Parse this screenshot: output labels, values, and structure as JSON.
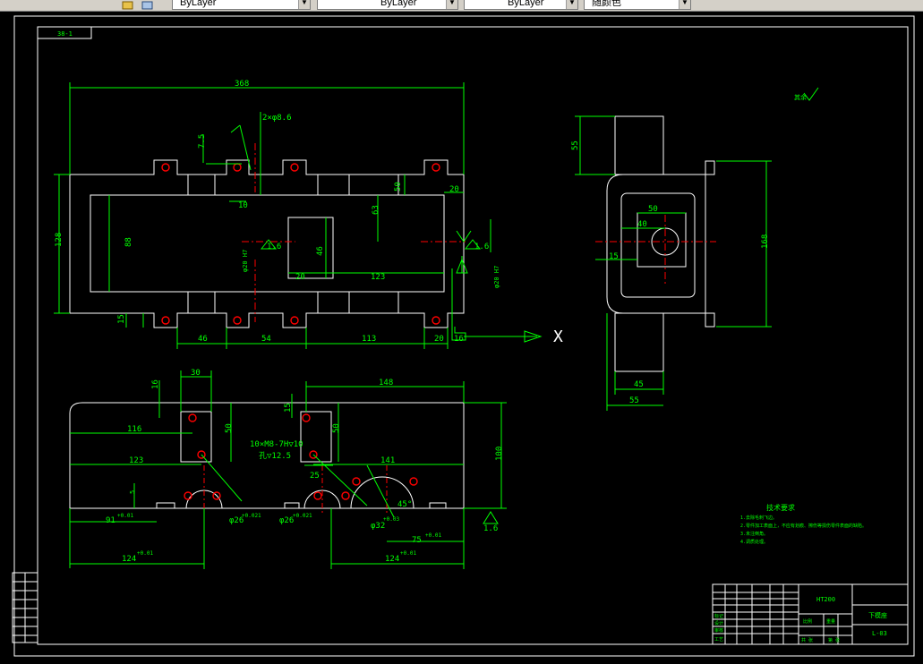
{
  "toolbar": {
    "layer_combo": "ByLayer",
    "linetype_combo": "ByLayer",
    "lineweight_combo": "ByLayer",
    "color_combo": "随颜色",
    "arrow_glyph": "▼"
  },
  "drawing": {
    "frame_tag": "38-1",
    "roughness_corner": "其余",
    "top_view": {
      "dim_overall": "368",
      "dim_slot": "2×φ8.6",
      "dim_7_5": "7.5",
      "dim_10_label": "10",
      "dim_50": "50",
      "dim_20_right": "20",
      "dim_63": "63",
      "dim_128": "128",
      "dim_88": "88",
      "dim_46_inner": "46",
      "dim_20_inner": "20",
      "dim_123": "123",
      "dim_15": "15",
      "dim_46_bottom": "46",
      "dim_54": "54",
      "dim_113": "113",
      "dim_20_bottom": "20",
      "dim_16": "16",
      "rough_1": "1.6",
      "rough_2": "1.6",
      "dim_phi_left": "φ20 H7",
      "dim_phi_right": "φ20 H7",
      "axis_x": "X"
    },
    "side_view": {
      "dim_55_top": "55",
      "dim_50": "50",
      "dim_40": "40",
      "dim_15": "15",
      "dim_168": "168",
      "dim_45": "45",
      "dim_55_bottom": "55"
    },
    "front_view": {
      "dim_30": "30",
      "dim_148": "148",
      "dim_16_a": "16",
      "dim_15_a": "15",
      "dim_116": "116",
      "dim_50_a": "50",
      "dim_50_b": "50",
      "dim_123": "123",
      "thread_note": "10×M8-7H▽10",
      "thread_note2": "孔▽12.5",
      "dim_25": "25",
      "dim_141": "141",
      "dim_100": "100",
      "dim_5": "5",
      "dim_45deg": "45°",
      "dim_91": "91",
      "tol_91": "+0.01",
      "dim_phi26_a": "φ26",
      "tol_a": "+0.021",
      "dim_phi26_b": "φ26",
      "tol_b": "+0.021",
      "dim_phi32": "φ32",
      "tol_c": "+0.03",
      "dim_75": "75",
      "tol_75": "+0.01",
      "dim_124_a": "124",
      "tol_124_a": "+0.01",
      "dim_124_b": "124",
      "tol_124_b": "+0.01",
      "rough": "1.6"
    },
    "tech_req": {
      "title": "技术要求",
      "lines": [
        "1.去除毛刺飞边。",
        "2.零件加工表面上，不应有划痕、擦伤等损伤零件表面的缺陷。",
        "3.未注倒角。",
        "4.调质处理。"
      ]
    },
    "title_block": {
      "material": "HT200",
      "part_name": "下模座",
      "drawing_no": "L-03",
      "row_labels": [
        "标记",
        "设计",
        "审核",
        "工艺"
      ],
      "col_labels": [
        "比例",
        "重量",
        "共 张",
        "第 张"
      ]
    }
  }
}
